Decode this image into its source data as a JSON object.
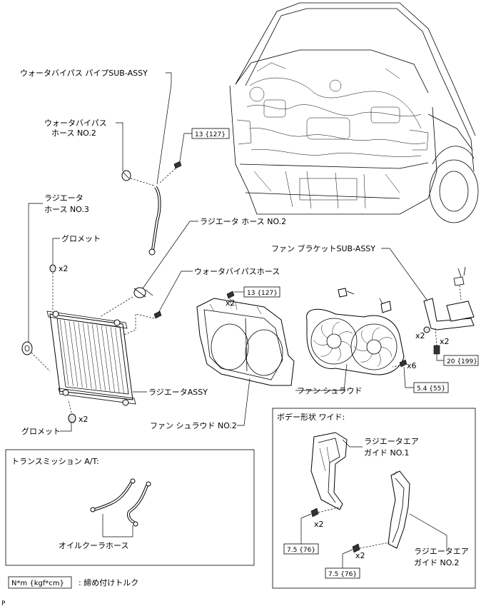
{
  "labels": {
    "water_bypass_pipe": "ウォータバイパス パイプSUB-ASSY",
    "water_bypass_hose_no2_line1": "ウォータバイパス",
    "water_bypass_hose_no2_line2": "ホース NO.2",
    "radiator_hose_no3_line1": "ラジエータ",
    "radiator_hose_no3_line2": "ホース NO.3",
    "grommet_top": "グロメット",
    "grommet_bottom": "グロメット",
    "radiator_hose_no2": "ラジエータ ホース NO.2",
    "water_bypass_hose": "ウォータバイパスホース",
    "fan_bracket": "ファン ブラケットSUB-ASSY",
    "radiator_assy": "ラジエータASSY",
    "fan_shroud": "ファン シュラウド",
    "fan_shroud_no2": "ファン シュラウド NO.2",
    "body_shape": "ボデー形状 ワイド:",
    "radiator_air_guide_no1_line1": "ラジエータエア",
    "radiator_air_guide_no1_line2": "ガイド NO.1",
    "radiator_air_guide_no2_line1": "ラジエータエア",
    "radiator_air_guide_no2_line2": "ガイド NO.2",
    "transmission": "トランスミッション A/T:",
    "oil_cooler_hose": "オイルクーラホース",
    "legend_desc": ": 締め付けトルク",
    "page_mark": "P"
  },
  "torques": {
    "t1": "13 {127}",
    "t2": "13 {127}",
    "t3": "20 {199}",
    "t4": "5.4 {55}",
    "t5": "7.5 {76}",
    "t6": "7.5 {76}",
    "legend": "N*m {kgf*cm}"
  },
  "quantities": {
    "grommet_top": "x2",
    "grommet_bottom": "x2",
    "shroud_bolt": "x2",
    "bracket_bolt_left": "x2",
    "bracket_bolt_right": "x2",
    "fan_bolt": "x6",
    "guide1_bolt": "x2",
    "guide2_bolt": "x2"
  }
}
